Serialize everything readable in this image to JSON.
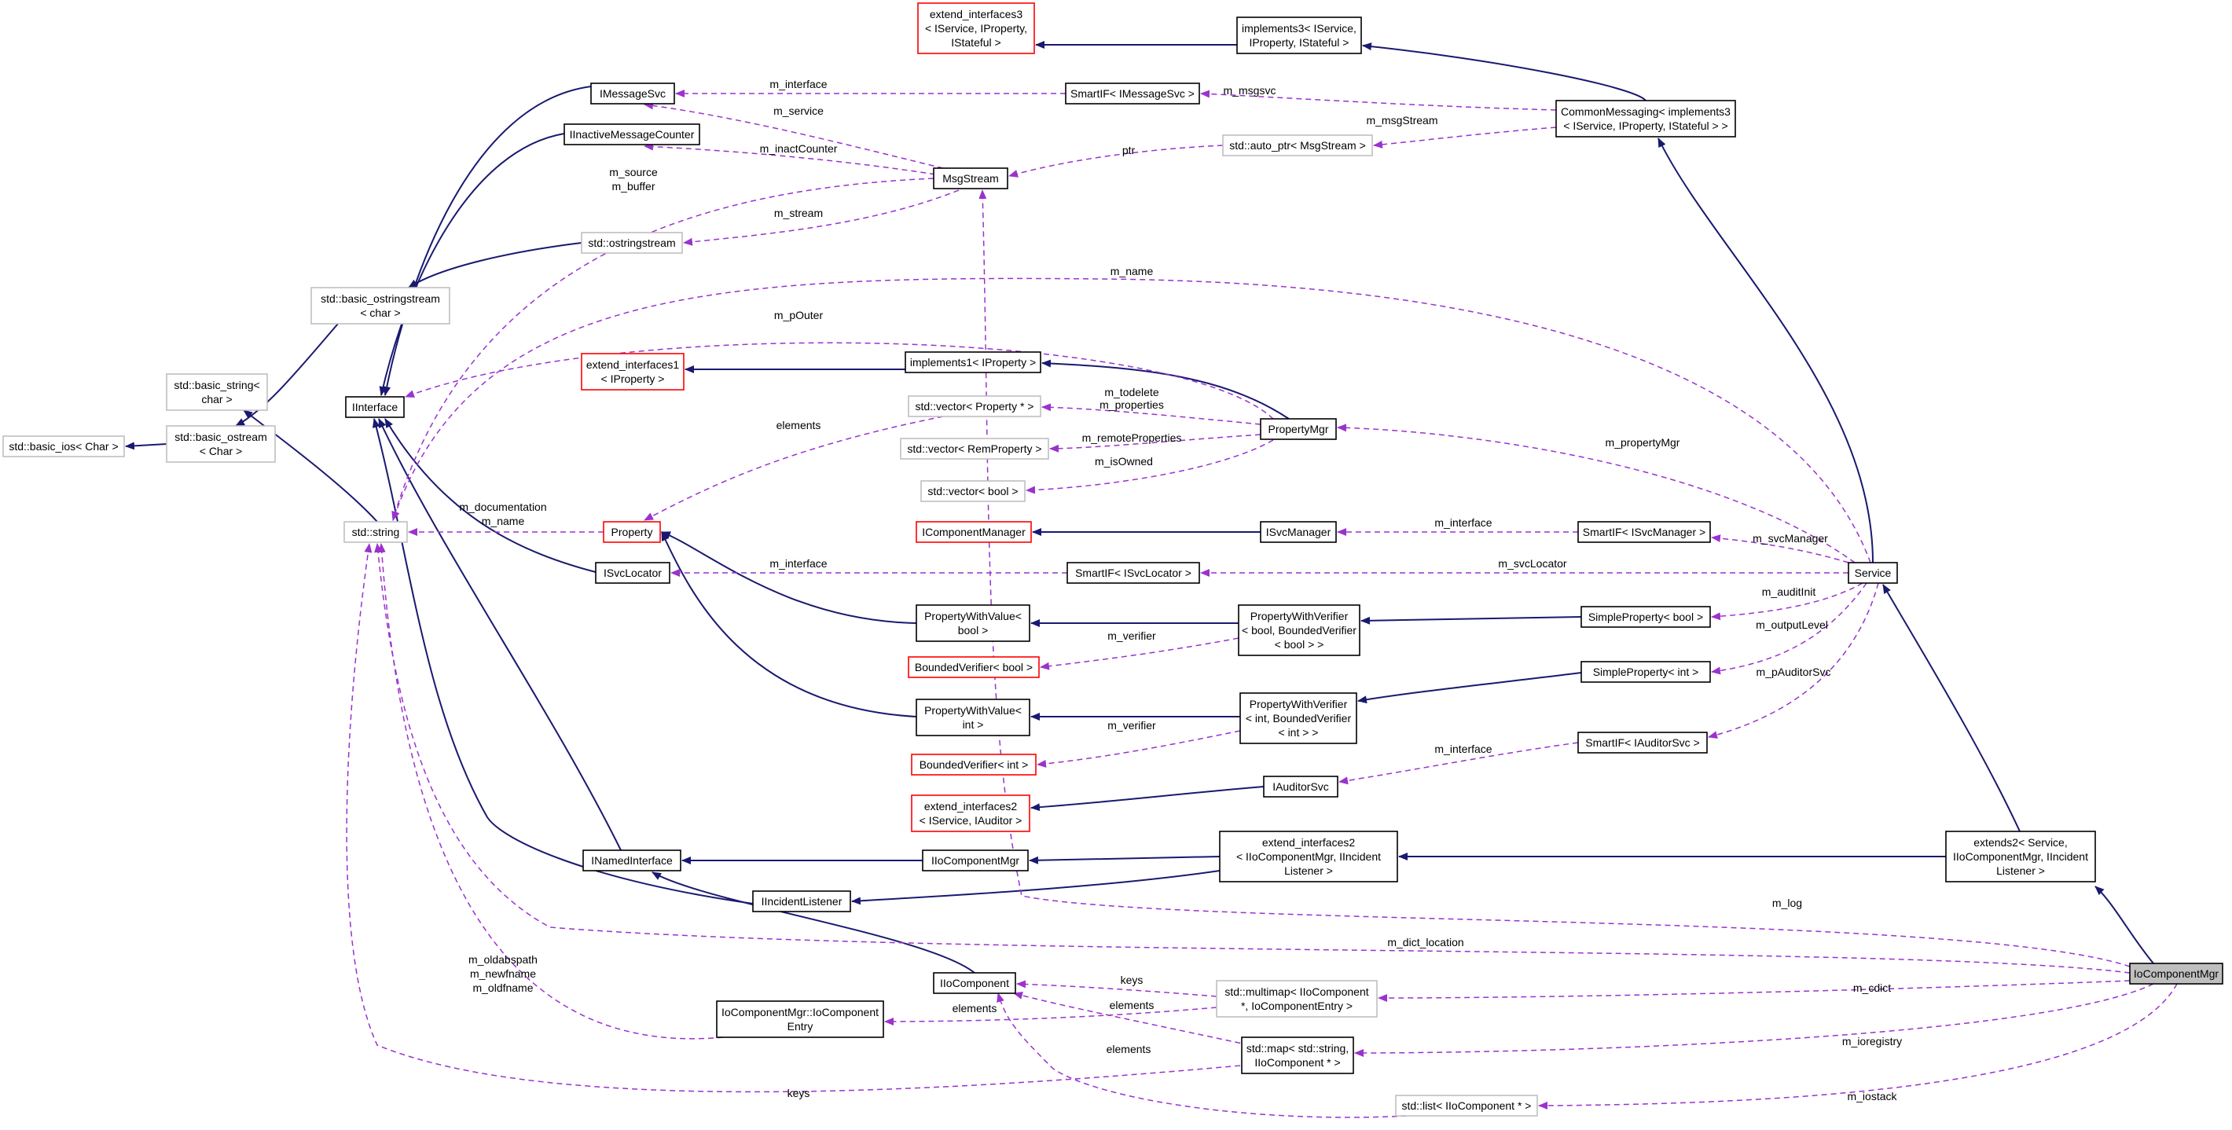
{
  "colors": {
    "inherit_edge": "#191970",
    "use_edge": "#9a32cd",
    "external_border": "#bfbfbf",
    "undocumented_border": "#ff0000",
    "focus_fill": "#bfbfbf"
  },
  "nodes": {
    "ext3": [
      "extend_interfaces3",
      "< IService, IProperty,",
      "IStateful >"
    ],
    "impl3": [
      "implements3< IService,",
      "IProperty, IStateful >"
    ],
    "imsgsvc": [
      "IMessageSvc"
    ],
    "smartif_msgsvc": [
      "SmartIF< IMessageSvc >"
    ],
    "commonmsg": [
      "CommonMessaging< implements3",
      "< IService, IProperty, IStateful > >"
    ],
    "iinactive": [
      "IInactiveMessageCounter"
    ],
    "msgstream": [
      "MsgStream"
    ],
    "autoptr": [
      "std::auto_ptr< MsgStream >"
    ],
    "ostringstream": [
      "std::ostringstream"
    ],
    "basic_ostringstream": [
      "std::basic_ostringstream",
      "< char >"
    ],
    "basic_string": [
      "std::basic_string<",
      "char >"
    ],
    "iinterface": [
      "IInterface"
    ],
    "ext1": [
      "extend_interfaces1",
      "< IProperty >"
    ],
    "impl1": [
      "implements1< IProperty >"
    ],
    "basic_ios": [
      "std::basic_ios< Char >"
    ],
    "basic_ostream": [
      "std::basic_ostream",
      "< Char >"
    ],
    "vec_prop": [
      "std::vector< Property * >"
    ],
    "propmgr": [
      "PropertyMgr"
    ],
    "vec_remprop": [
      "std::vector< RemProperty >"
    ],
    "vec_bool": [
      "std::vector< bool >"
    ],
    "stdstring": [
      "std::string"
    ],
    "property": [
      "Property"
    ],
    "icompmgr": [
      "IComponentManager"
    ],
    "isvcmgr": [
      "ISvcManager"
    ],
    "smartif_svcmgr": [
      "SmartIF< ISvcManager >"
    ],
    "isvcloc": [
      "ISvcLocator"
    ],
    "smartif_svcloc": [
      "SmartIF< ISvcLocator >"
    ],
    "service": [
      "Service"
    ],
    "pwv_bool": [
      "PropertyWithValue<",
      "bool >"
    ],
    "pwver_bool": [
      "PropertyWithVerifier",
      "< bool, BoundedVerifier",
      "< bool > >"
    ],
    "simple_bool": [
      "SimpleProperty< bool >"
    ],
    "bv_bool": [
      "BoundedVerifier< bool >"
    ],
    "simple_int": [
      "SimpleProperty< int >"
    ],
    "pwv_int": [
      "PropertyWithValue<",
      "int >"
    ],
    "pwver_int": [
      "PropertyWithVerifier",
      "< int, BoundedVerifier",
      "< int > >"
    ],
    "bv_int": [
      "BoundedVerifier< int >"
    ],
    "smartif_auditor": [
      "SmartIF< IAuditorSvc >"
    ],
    "iauditorsvc": [
      "IAuditorSvc"
    ],
    "ext2_aud": [
      "extend_interfaces2",
      "< IService, IAuditor >"
    ],
    "inamed": [
      "INamedInterface"
    ],
    "iiocompmgr": [
      "IIoComponentMgr"
    ],
    "ext2_io": [
      "extend_interfaces2",
      "< IIoComponentMgr, IIncident",
      "Listener >"
    ],
    "extends2": [
      "extends2< Service,",
      "IIoComponentMgr, IIncident",
      "Listener >"
    ],
    "iincident": [
      "IIncidentListener"
    ],
    "iiocomp": [
      "IIoComponent"
    ],
    "iocompmgr": [
      "IoComponentMgr"
    ],
    "multimap": [
      "std::multimap< IIoComponent",
      "*, IoComponentEntry >"
    ],
    "entry": [
      "IoComponentMgr::IoComponent",
      "Entry"
    ],
    "map": [
      "std::map< std::string,",
      "IIoComponent * >"
    ],
    "list": [
      "std::list< IIoComponent * >"
    ]
  },
  "edge_labels": {
    "m_interface_msg": "m_interface",
    "m_msgsvc": "m_msgsvc",
    "m_service": "m_service",
    "m_msgStream": "m_msgStream",
    "ptr": "ptr",
    "m_inactCounter": "m_inactCounter",
    "m_source": "m_source",
    "m_buffer": "m_buffer",
    "m_stream": "m_stream",
    "m_name_top": "m_name",
    "m_pOuter": "m_pOuter",
    "m_todelete": "m_todelete",
    "m_properties": "m_properties",
    "elements_prop": "elements",
    "m_remoteProperties": "m_remoteProperties",
    "m_isOwned": "m_isOwned",
    "m_propertyMgr": "m_propertyMgr",
    "m_documentation": "m_documentation",
    "m_name_prop": "m_name",
    "m_interface_svcmgr": "m_interface",
    "m_svcManager": "m_svcManager",
    "m_interface_svcloc": "m_interface",
    "m_svcLocator": "m_svcLocator",
    "m_auditInit": "m_auditInit",
    "m_verifier_bool": "m_verifier",
    "m_outputLevel": "m_outputLevel",
    "m_pAuditorSvc": "m_pAuditorSvc",
    "m_verifier_int": "m_verifier",
    "m_interface_aud": "m_interface",
    "m_log": "m_log",
    "m_dict_location": "m_dict_location",
    "m_oldabspath": "m_oldabspath",
    "m_newfname": "m_newfname",
    "m_oldfname": "m_oldfname",
    "keys_mm": "keys",
    "m_cdict": "m_cdict",
    "elements_mm": "elements",
    "elements_map": "elements",
    "m_ioregistry": "m_ioregistry",
    "elements_list": "elements",
    "keys_map": "keys",
    "m_iostack": "m_iostack"
  }
}
